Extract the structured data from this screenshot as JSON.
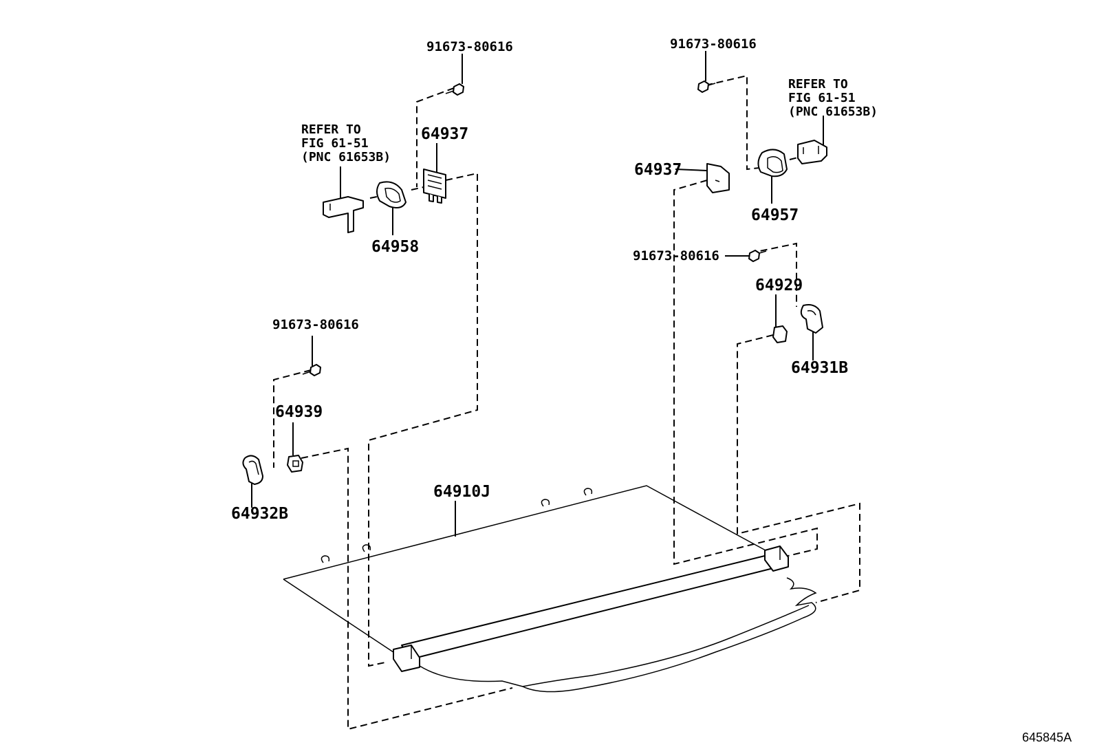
{
  "diagram": {
    "labels": {
      "bolt_top_left": "91673-80616",
      "bolt_top_right": "91673-80616",
      "bolt_mid_right": "91673-80616",
      "bolt_mid_left": "91673-80616",
      "bracket_left_upper": "64937",
      "bracket_right_upper": "64937",
      "holder_left": "64958",
      "holder_right": "64957",
      "refer_left": [
        "REFER TO",
        "FIG 61-51",
        "(PNC 61653B)"
      ],
      "refer_right": [
        "REFER TO",
        "FIG 61-51",
        "(PNC 61653B)"
      ],
      "clip_right": "64929",
      "hook_right": "64931B",
      "clip_left": "64939",
      "hook_left": "64932B",
      "tonneau_cover": "64910J"
    },
    "illustration_number": "645845A"
  }
}
